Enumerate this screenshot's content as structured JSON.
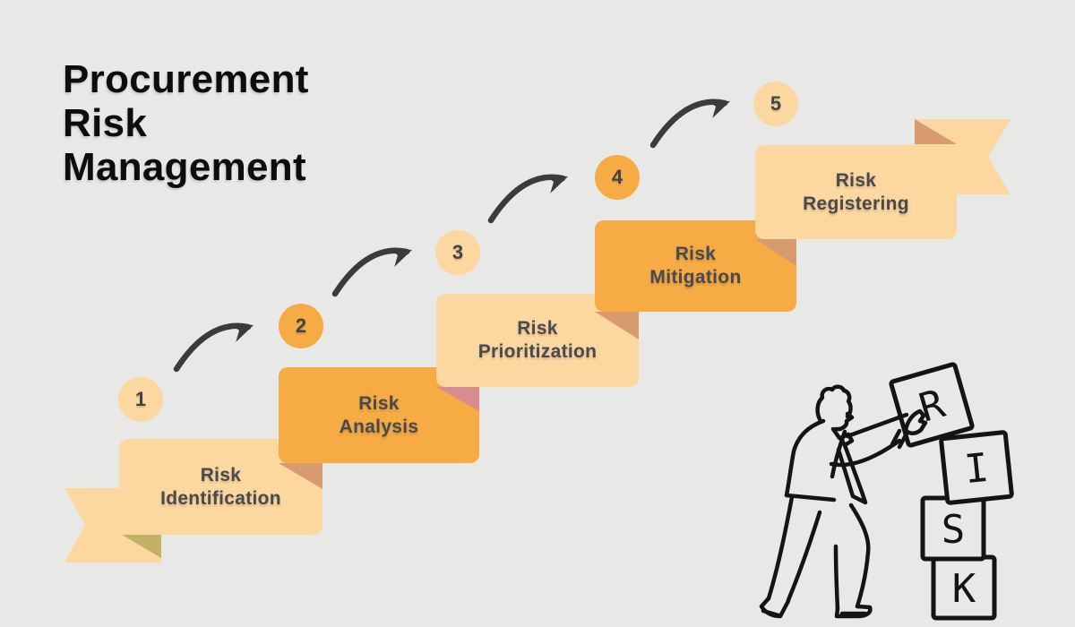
{
  "title": {
    "lines": [
      "Procurement",
      "Risk",
      "Management"
    ]
  },
  "steps": [
    {
      "number": "1",
      "label_line1": "Risk",
      "label_line2": "Identification",
      "tone": "light"
    },
    {
      "number": "2",
      "label_line1": "Risk",
      "label_line2": "Analysis",
      "tone": "orange"
    },
    {
      "number": "3",
      "label_line1": "Risk",
      "label_line2": "Prioritization",
      "tone": "light"
    },
    {
      "number": "4",
      "label_line1": "Risk",
      "label_line2": "Mitigation",
      "tone": "orange"
    },
    {
      "number": "5",
      "label_line1": "Risk",
      "label_line2": "Registering",
      "tone": "light"
    }
  ],
  "illustration": {
    "block_letters": [
      "R",
      "I",
      "S",
      "K"
    ]
  },
  "colors": {
    "background": "#e8e8e7",
    "box_light": "#fcd8a0",
    "box_orange": "#f6ab45",
    "fold_tan": "#d89b70",
    "fold_pink": "#d88c8e",
    "fold_olive": "#c3b166",
    "arrow": "#3b3b3b",
    "label_text": "#464a52",
    "title_text": "#0d0d0d"
  }
}
